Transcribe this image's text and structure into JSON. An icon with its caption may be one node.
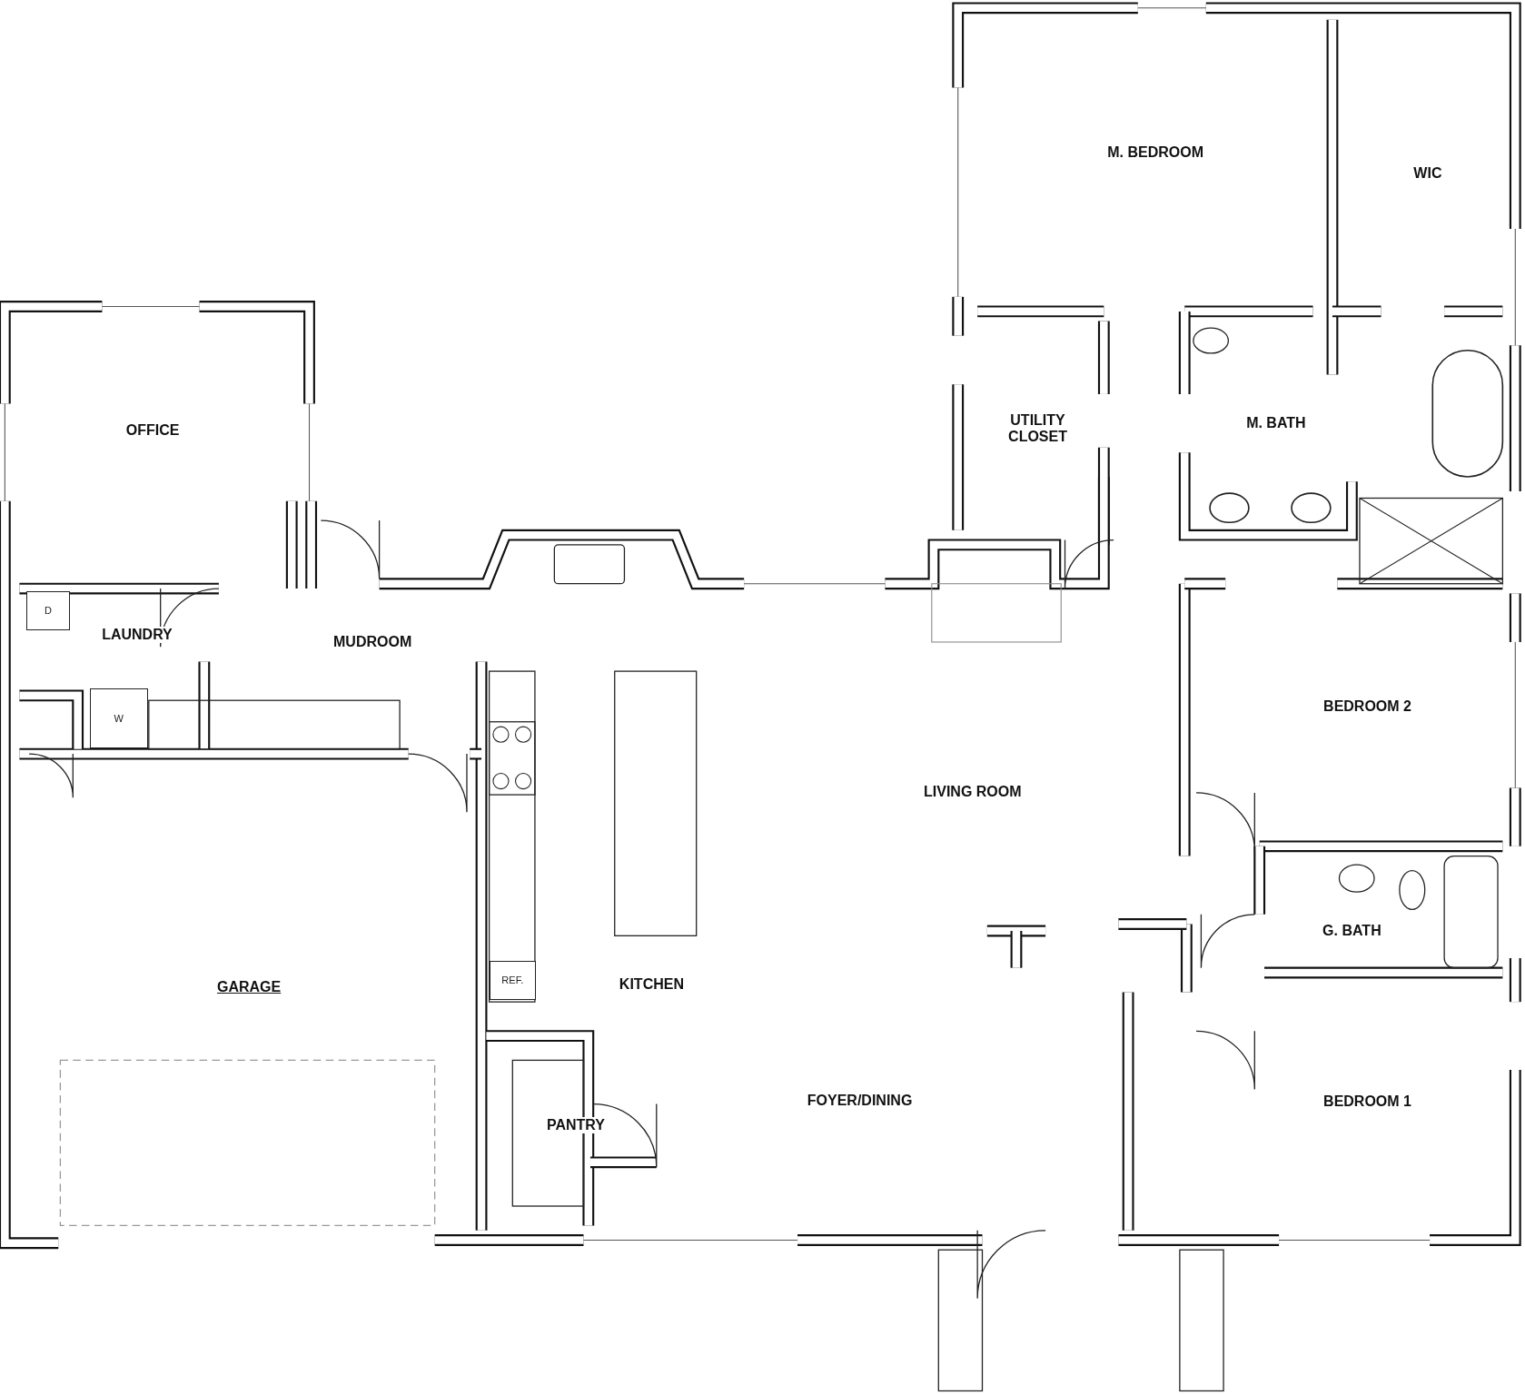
{
  "diagram": {
    "nodes": [
      {
        "text": [
          "D"
        ]
      },
      {
        "text": [
          "W"
        ]
      },
      {
        "text": [
          "REF."
        ]
      }
    ],
    "labels": [
      "M. BEDROOM",
      "WIC",
      "OFFICE",
      "UTILITY CLOSET",
      "M. BATH",
      "LAUNDRY",
      "MUDROOM",
      "BEDROOM 2",
      "LIVING ROOM",
      "G. BATH",
      "KITCHEN",
      "GARAGE",
      "FOYER/DINING",
      "PANTRY",
      "BEDROOM 1"
    ]
  }
}
